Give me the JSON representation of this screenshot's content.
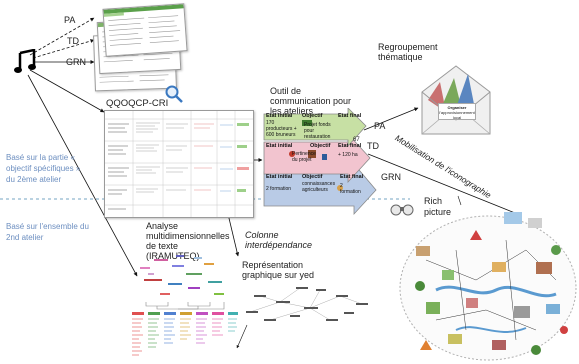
{
  "labels": {
    "pa_top": "PA",
    "td_top": "TD",
    "grn_top": "GRN",
    "qqoqcp": "QQOQCP-CRI",
    "outil": "Outil de communication pour les ateliers",
    "regroupement": "Regroupement thématique",
    "pa_right": "PA",
    "td_right": "TD",
    "grn_right": "GRN",
    "mobilisation": "Mobilisation de l'iconographie",
    "rich_picture": "Rich picture",
    "base_partie": "Basé sur la partie « objectif spécifiques » du 2ème atelier",
    "base_ensemble": "Basé sur l'ensemble du 2nd atelier",
    "analyse": "Analyse multidimensionnelles de texte (IRAMUTEQ)",
    "colonne": "Colonne interdépendance",
    "representation": "Représentation graphique sur yed"
  },
  "arrow_table": {
    "row1": {
      "etat_initial": "Etat initial",
      "etat_initial_text": "170 producteurs + 600 bruneurs",
      "objectif": "Objectif",
      "objectif_text": "Projet fonds pour restauration collective",
      "etat_final": "Etat final"
    },
    "row2": {
      "etat_initial": "Etat initial",
      "objectif": "Objectif",
      "objectif_text": "Pertinence du projet",
      "etat_final": "Etat final",
      "etat_final_text": "+ 120 ha",
      "number": "67"
    },
    "row3": {
      "etat_initial": "Etat initial",
      "etat_initial_text": "2 formation",
      "objectif": "Objectif",
      "objectif_text": "connaissances agriculteurs",
      "etat_final": "Etat final",
      "etat_final_text": "2 formation"
    }
  },
  "envelope_card": {
    "line1": "Organiser",
    "line2": "l'approvisionnement local"
  },
  "colors": {
    "side_note": "#6d8fc0",
    "arrow_green": "#c7e0a4",
    "arrow_pink": "#f2c4cf",
    "arrow_blue": "#b9cbe6",
    "arrow_outline": "#8a8a8a",
    "dashed_line": "#4a89b0"
  },
  "icons": {
    "music": "music-note-icon",
    "magnifier": "magnifier-icon",
    "envelope": "envelope-icon",
    "binoculars": "binoculars-icon"
  }
}
